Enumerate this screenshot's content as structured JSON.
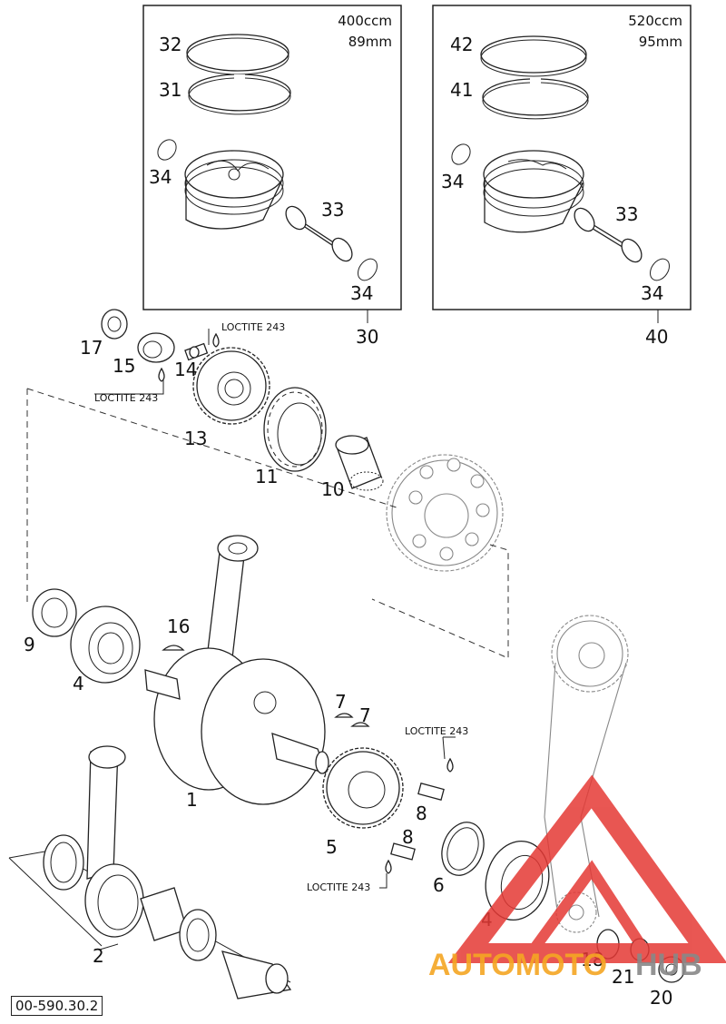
{
  "boxes": {
    "left": {
      "spec_displacement": "400ccm",
      "spec_bore": "89mm",
      "ref": "30"
    },
    "right": {
      "spec_displacement": "520ccm",
      "spec_bore": "95mm",
      "ref": "40"
    }
  },
  "callouts": {
    "c32": "32",
    "c31": "31",
    "c34a": "34",
    "c33a": "33",
    "c34b": "34",
    "c42": "42",
    "c41": "41",
    "c34c": "34",
    "c33b": "33",
    "c34d": "34",
    "c17": "17",
    "c15": "15",
    "c14": "14",
    "c13": "13",
    "c11": "11",
    "c10": "10",
    "c9": "9",
    "c4a": "4",
    "c16": "16",
    "c1": "1",
    "c7a": "7",
    "c7b": "7",
    "c8a": "8",
    "c8b": "8",
    "c5": "5",
    "c6": "6",
    "c4b": "4",
    "c2": "2",
    "c18": "18",
    "c21": "21",
    "c20": "20"
  },
  "notes": {
    "loctite1": "LOCTITE 243",
    "loctite2": "LOCTITE 243",
    "loctite3": "LOCTITE 243",
    "loctite4": "LOCTITE 243"
  },
  "catalog_number": "00-590.30.2",
  "watermark": {
    "word_a": "AUTOMOTO",
    "word_b": "HUB",
    "color_a": "#f5a623",
    "color_b": "#888888",
    "logo_color": "#e53935"
  }
}
